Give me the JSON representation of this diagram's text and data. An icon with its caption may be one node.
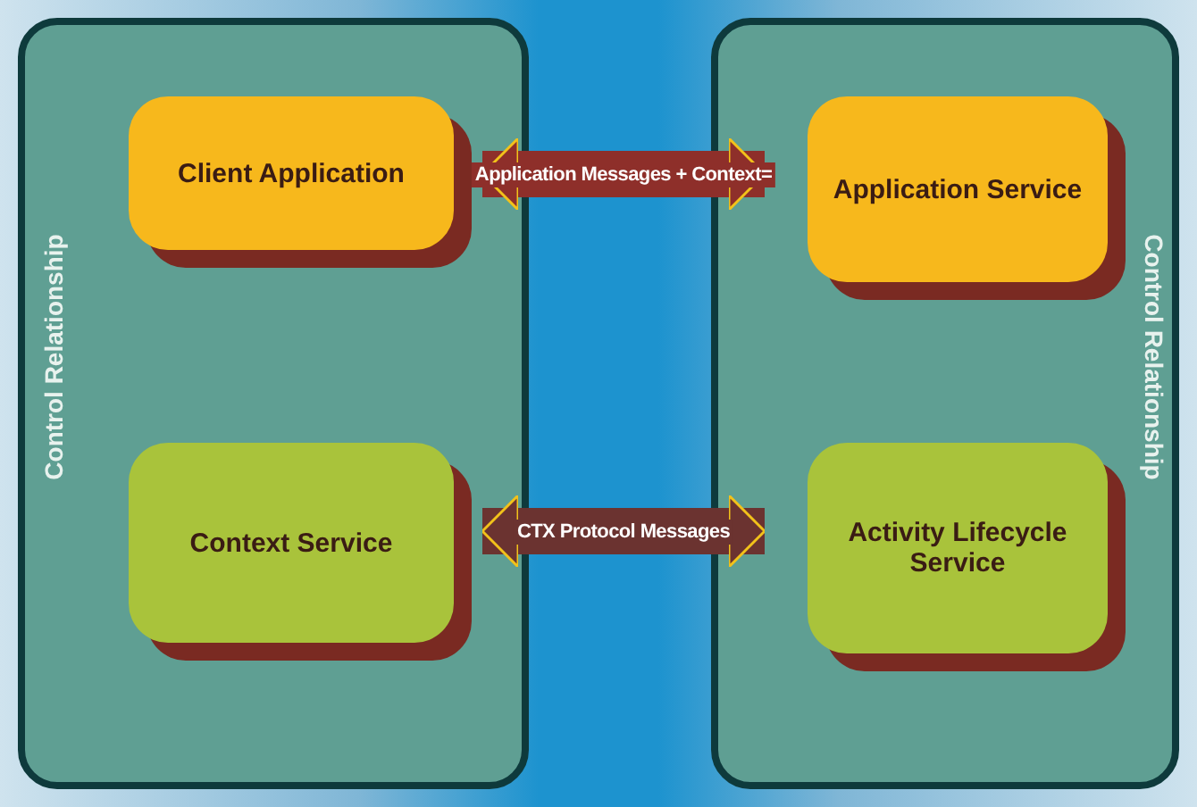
{
  "diagram": {
    "nodes": [
      {
        "text": [
          "Control Relationship"
        ]
      },
      {
        "text": [
          "Client Application"
        ],
        "in": 0
      },
      {
        "text": [
          "Context Service"
        ],
        "in": 0
      },
      {
        "text": [
          "Control Relationship"
        ]
      },
      {
        "text": [
          "Application Service"
        ],
        "in": 3
      },
      {
        "text": [
          "Activity Lifecycle Service"
        ],
        "in": 3
      }
    ],
    "edges": [
      {
        "from": 1,
        "to": 4,
        "arrow": "both",
        "label": "Application Messages + Context=",
        "color": "#8e2f2a"
      },
      {
        "from": 2,
        "to": 5,
        "arrow": "both",
        "label": "CTX Protocol Messages",
        "color": "#6b3330"
      }
    ]
  }
}
